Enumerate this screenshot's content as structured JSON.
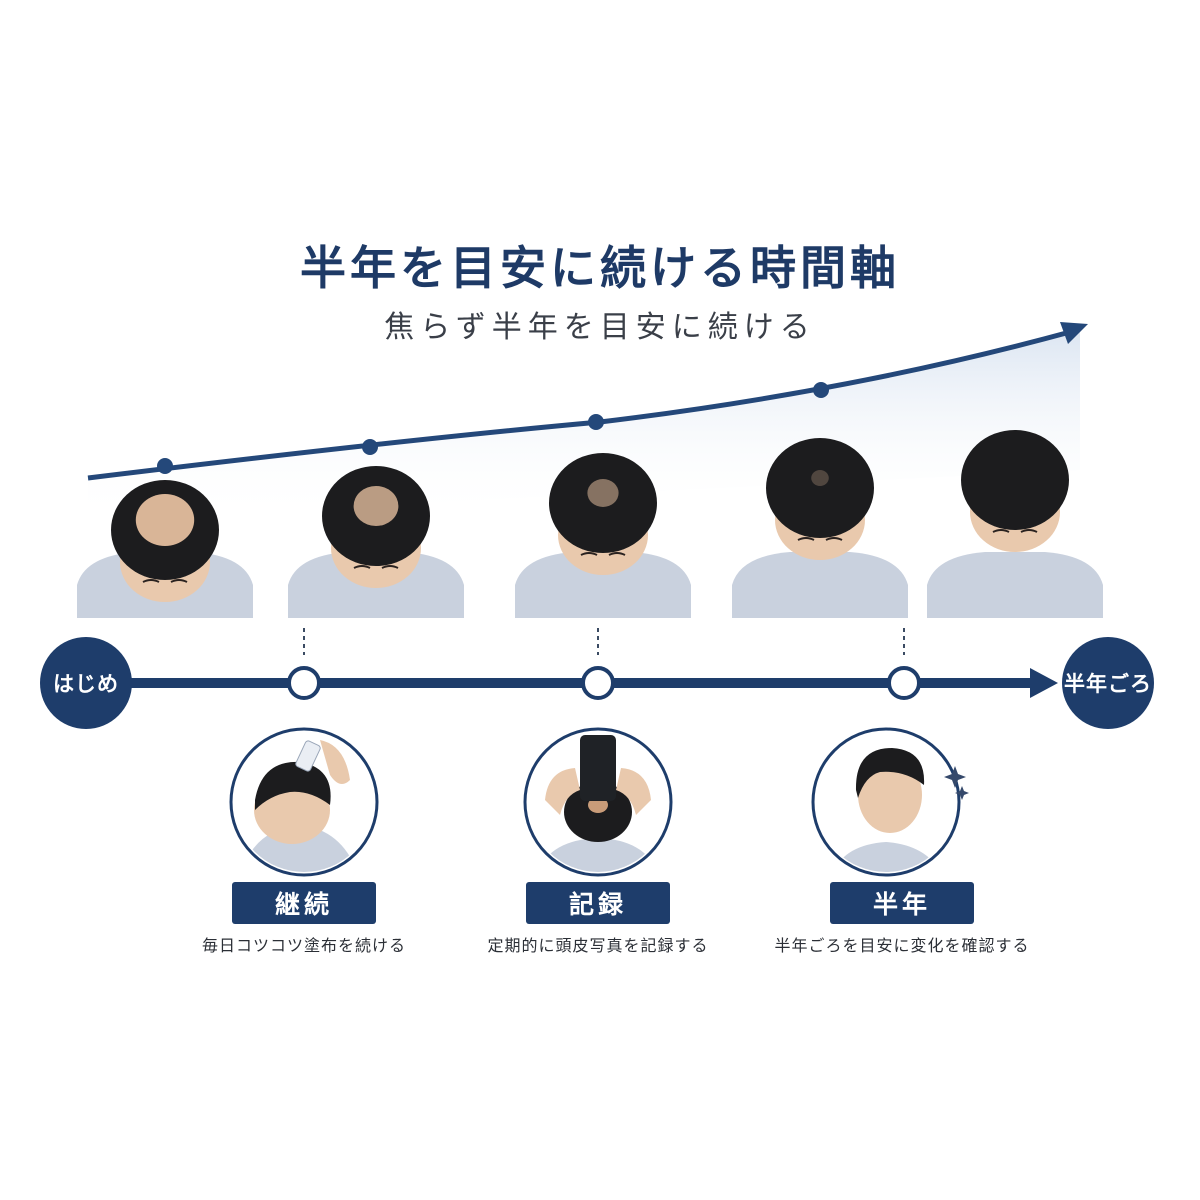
{
  "header": {
    "title": "半年を目安に続ける時間軸",
    "subtitle": "焦らず半年を目安に続ける"
  },
  "timeline": {
    "start_label": "はじめ",
    "end_label": "半年ごろ"
  },
  "steps": [
    {
      "label": "継続",
      "description": "毎日コツコツ塗布を続ける"
    },
    {
      "label": "記録",
      "description": "定期的に頭皮写真を記録する"
    },
    {
      "label": "半年",
      "description": "半年ごろを目安に変化を確認する"
    }
  ],
  "progress_stages": [
    {
      "hair_density": 0.2
    },
    {
      "hair_density": 0.4
    },
    {
      "hair_density": 0.6
    },
    {
      "hair_density": 0.8
    },
    {
      "hair_density": 1.0
    }
  ],
  "colors": {
    "navy": "#1e3d6b",
    "arrow": "#24487a",
    "shirt": "#c9d1de",
    "hair": "#1c1c1e",
    "skin": "#e9c9ad",
    "scalp": "#d9b597"
  }
}
